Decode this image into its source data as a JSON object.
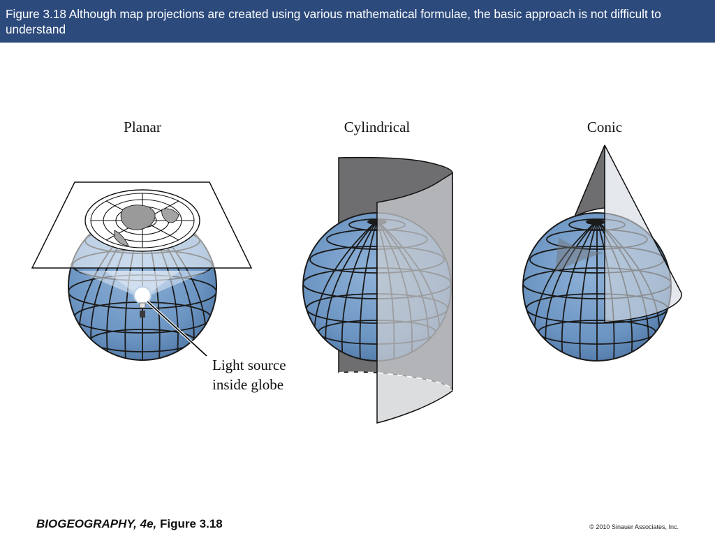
{
  "header": {
    "caption": "Figure 3.18  Although map projections are created using various mathematical formulae, the basic approach is not difficult to understand"
  },
  "diagram": {
    "panels": [
      {
        "label": "Planar"
      },
      {
        "label": "Cylindrical"
      },
      {
        "label": "Conic"
      }
    ],
    "callout": {
      "line1": "Light source",
      "line2": "inside globe"
    },
    "colors": {
      "globe": "#6b94c2",
      "grid": "#1a1a1a",
      "surface_dark": "#6e6e70",
      "surface_light": "#cfd0d2"
    }
  },
  "footer": {
    "book_title": "BIOGEOGRAPHY, 4e,",
    "figure_ref": "Figure 3.18",
    "copyright": "© 2010 Sinauer Associates, Inc."
  }
}
